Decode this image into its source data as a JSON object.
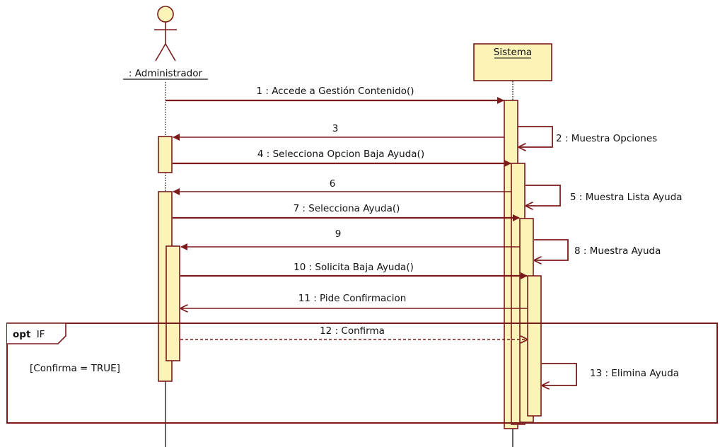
{
  "participants": {
    "actor": {
      "name": ": Administrador"
    },
    "system": {
      "name": "Sistema"
    }
  },
  "messages": [
    {
      "id": "m1",
      "label": "1 : Accede a Gestión Contenido()"
    },
    {
      "id": "m2",
      "label": "2 : Muestra Opciones"
    },
    {
      "id": "m3",
      "label": "3"
    },
    {
      "id": "m4",
      "label": "4 : Selecciona Opcion Baja Ayuda()"
    },
    {
      "id": "m5",
      "label": "5 : Muestra Lista Ayuda"
    },
    {
      "id": "m6",
      "label": "6"
    },
    {
      "id": "m7",
      "label": "7 : Selecciona Ayuda()"
    },
    {
      "id": "m8",
      "label": "8 : Muestra Ayuda"
    },
    {
      "id": "m9",
      "label": "9"
    },
    {
      "id": "m10",
      "label": "10 : Solicita Baja Ayuda()"
    },
    {
      "id": "m11",
      "label": "11 : Pide Confirmacion"
    },
    {
      "id": "m12",
      "label": "12 : Confirma"
    },
    {
      "id": "m13",
      "label": "13 : Elimina Ayuda"
    }
  ],
  "fragment": {
    "operator": "opt",
    "name": "IF",
    "guard": "[Confirma = TRUE]"
  },
  "colors": {
    "line": "#7a1a1a",
    "activation_fill": "#fbf3b8",
    "lifeline": "#000000"
  }
}
